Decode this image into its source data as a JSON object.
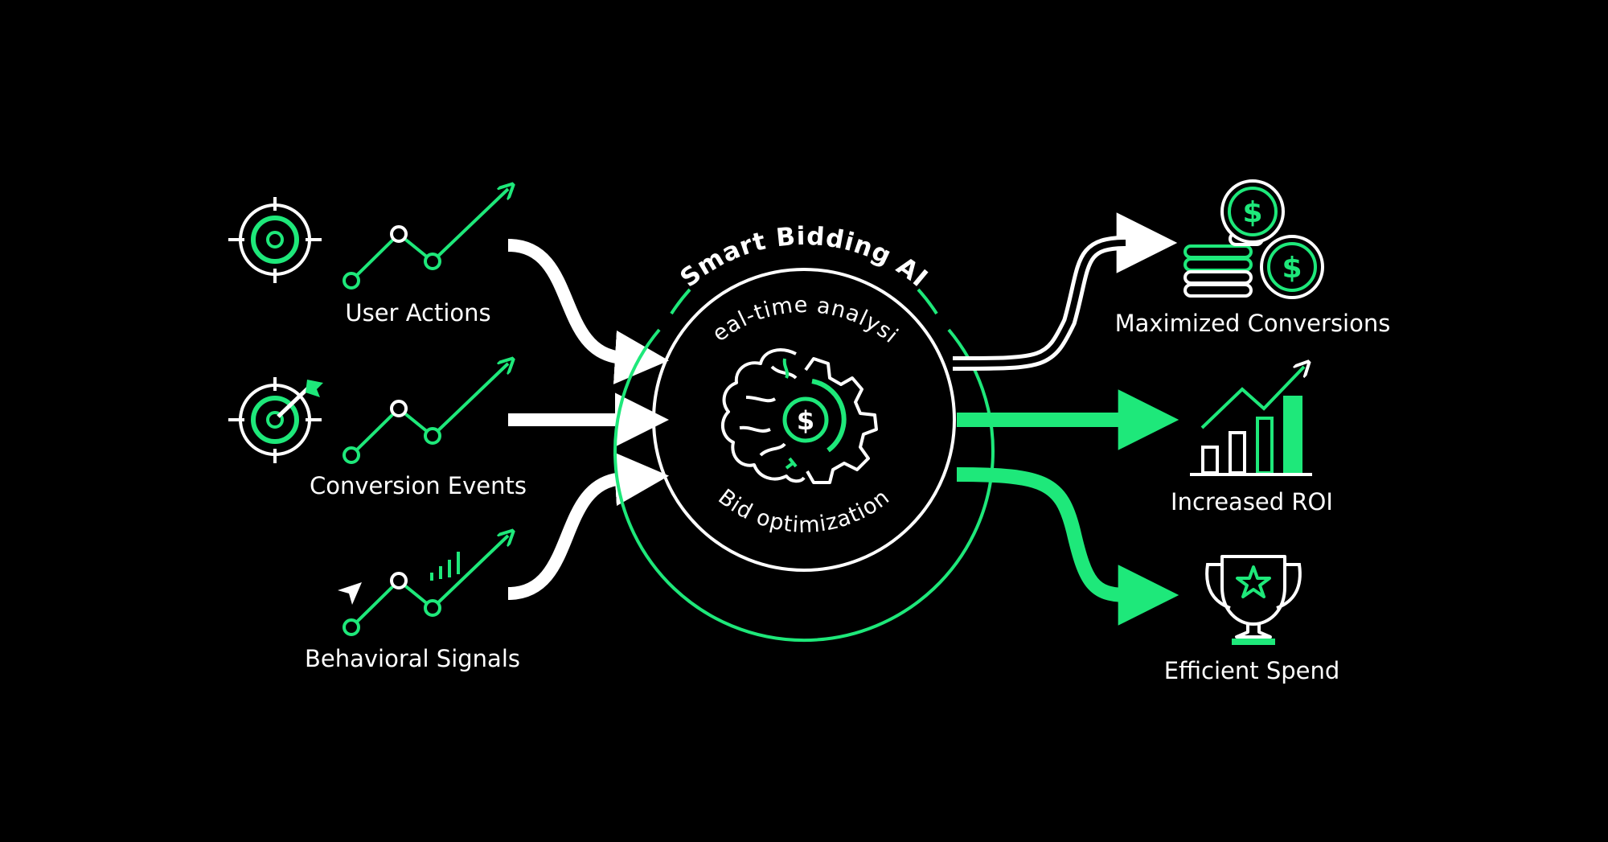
{
  "colors": {
    "background": "#000000",
    "accent": "#1ee87a",
    "white": "#ffffff"
  },
  "hub": {
    "title": "Smart Bidding AI",
    "top_caption": "Real-time analysis",
    "bottom_caption": "Bid optimization",
    "icon": "brain-gear-dollar-icon"
  },
  "inputs": [
    {
      "label": "User Actions",
      "icon": "crosshair-target-icon"
    },
    {
      "label": "Conversion Events",
      "icon": "dart-target-icon"
    },
    {
      "label": "Behavioral Signals",
      "icon": "cursor-signal-icon"
    }
  ],
  "outputs": [
    {
      "label": "Maximized Conversions",
      "icon": "coin-stack-icon"
    },
    {
      "label": "Increased ROI",
      "icon": "bar-chart-growth-icon"
    },
    {
      "label": "Efficient Spend",
      "icon": "trophy-star-icon"
    }
  ]
}
